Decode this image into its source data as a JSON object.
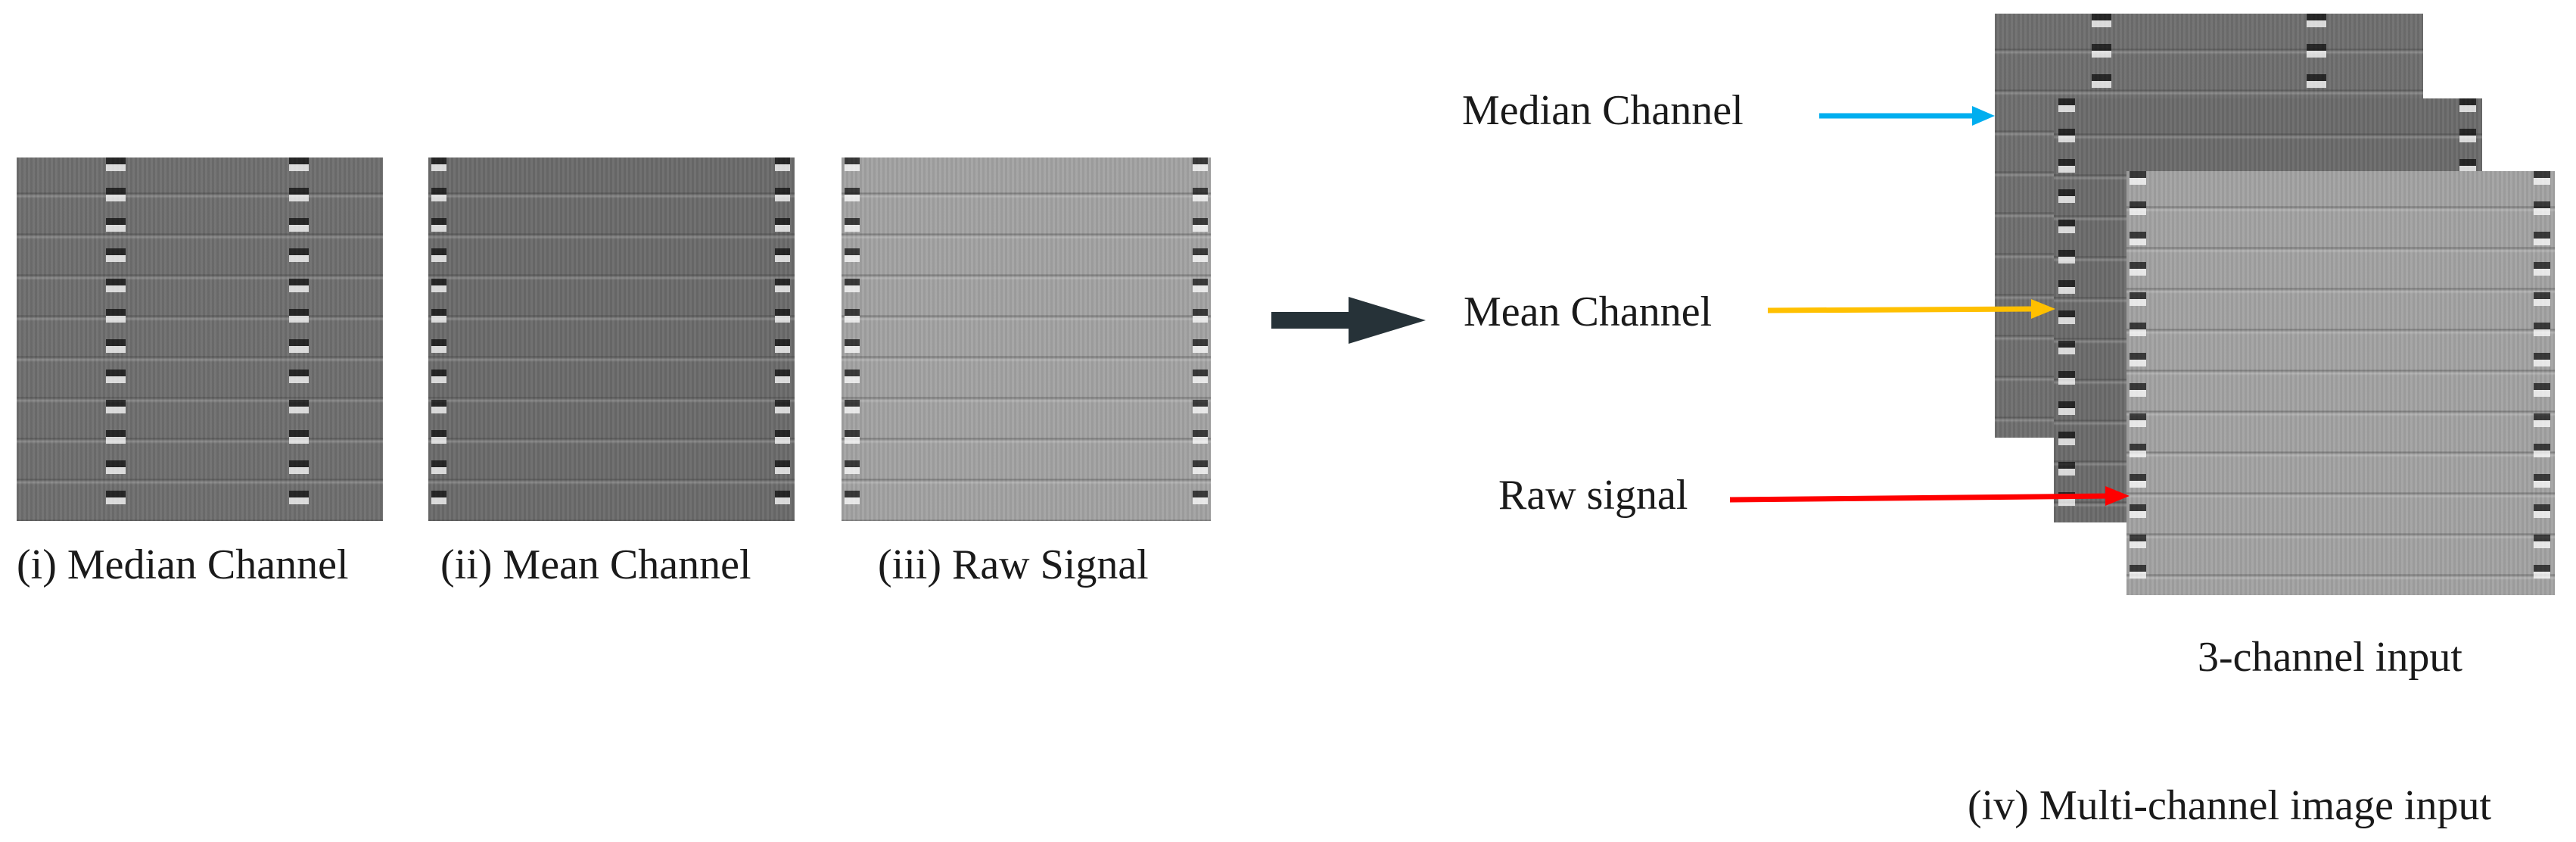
{
  "panels": {
    "median": {
      "caption": "(i) Median Channel"
    },
    "mean": {
      "caption": "(ii) Mean Channel"
    },
    "raw": {
      "caption": "(iii) Raw Signal"
    }
  },
  "stack": {
    "labels": {
      "median": "Median Channel",
      "mean": "Mean Channel",
      "raw": "Raw signal"
    },
    "arrow_colors": {
      "median": "#00aeef",
      "mean": "#ffc000",
      "raw": "#ff0000"
    },
    "caption": "3-channel input",
    "title": "(iv) Multi-channel image input"
  },
  "main_arrow_color": "#263238"
}
